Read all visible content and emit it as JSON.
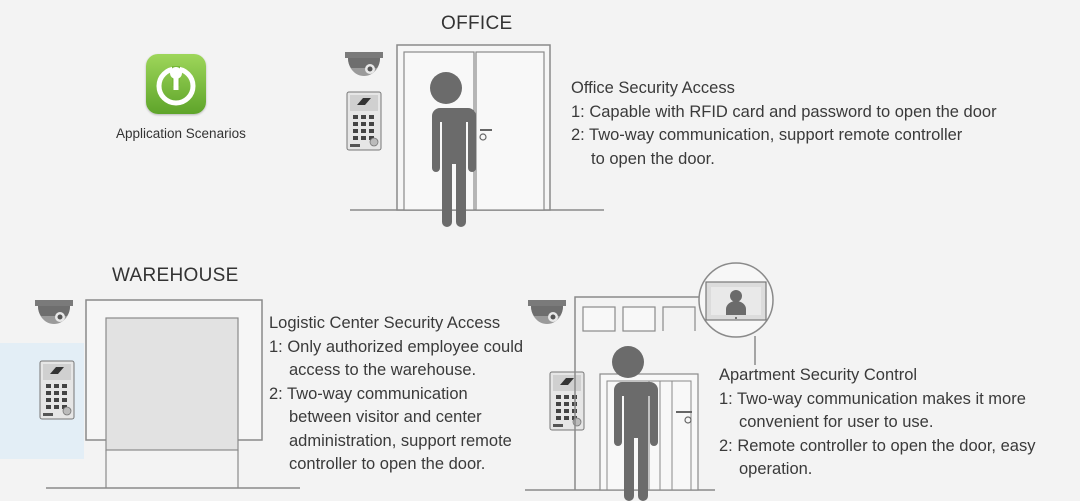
{
  "app": {
    "icon": "app-logo-icon",
    "label": "Application Scenarios"
  },
  "office": {
    "title": "OFFICE",
    "heading": "Office Security Access",
    "lines": [
      "1: Capable with RFID card and password to open the door",
      "2: Two-way communication, support remote controller",
      "to open the door."
    ]
  },
  "warehouse": {
    "title": "WAREHOUSE",
    "heading": "Logistic Center Security Access",
    "lines": [
      "1: Only authorized employee could",
      "access to the warehouse.",
      "2: Two-way communication",
      "between visitor and center",
      "administration, support remote",
      "controller to open the door."
    ]
  },
  "apartment": {
    "heading": "Apartment Security Control",
    "lines": [
      "1: Two-way communication makes it more",
      "convenient for user to use.",
      "2: Remote controller to open the door, easy",
      "operation."
    ]
  },
  "colors": {
    "background": "#f3f3f3",
    "icon_green": "#7bbf3a",
    "figure_gray": "#6a6a6a",
    "line_gray": "#8a8a8a",
    "highlight_blue": "#e3eef6"
  }
}
